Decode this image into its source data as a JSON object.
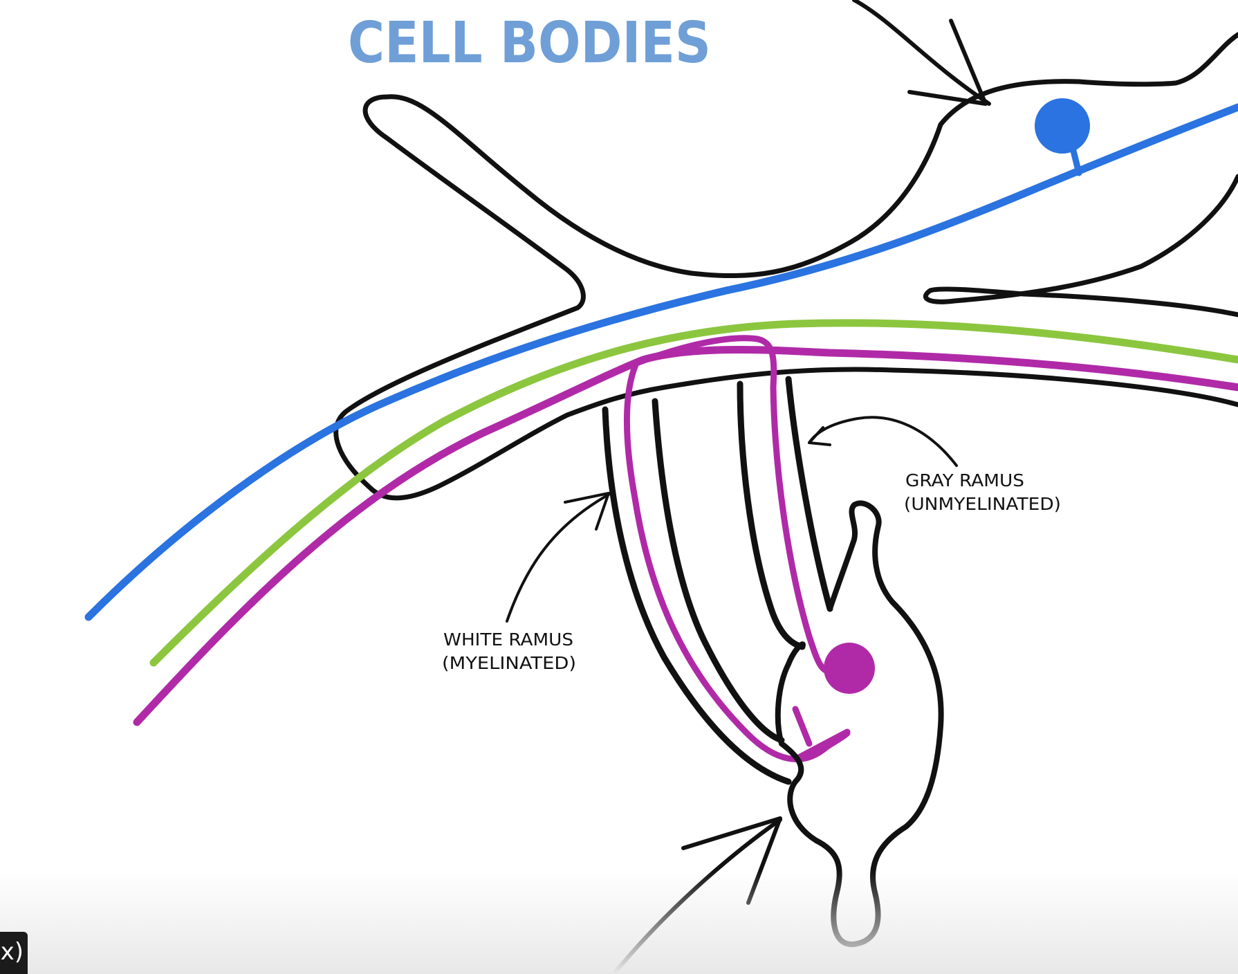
{
  "title": "CELL BODIES",
  "labels": {
    "gray_ramus_line1": "GRAY RAMUS",
    "gray_ramus_line2": "(UNMYELINATED)",
    "white_ramus_line1": "WHITE RAMUS",
    "white_ramus_line2": "(MYELINATED)"
  },
  "caption_chip_text": "x)",
  "colors": {
    "title": "#6f9fd6",
    "outline": "#111111",
    "blue_fiber": "#2a73e0",
    "green_fiber": "#8cc63f",
    "magenta_fiber": "#b02aa8"
  }
}
